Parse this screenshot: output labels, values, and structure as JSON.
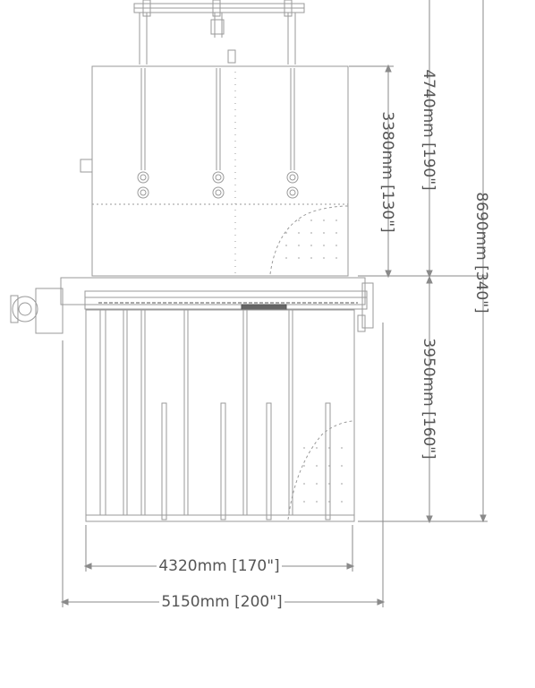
{
  "dimensions": {
    "overall_height": "8690mm [340\"]",
    "top_height": "4740mm [190\"]",
    "upper_section_height": "3380mm [130\"]",
    "lower_section_height": "3950mm [160\"]",
    "inner_width": "4320mm [170\"]",
    "overall_width": "5150mm [200\"]"
  },
  "colors": {
    "line": "#8a8a8a",
    "text": "#555555"
  }
}
